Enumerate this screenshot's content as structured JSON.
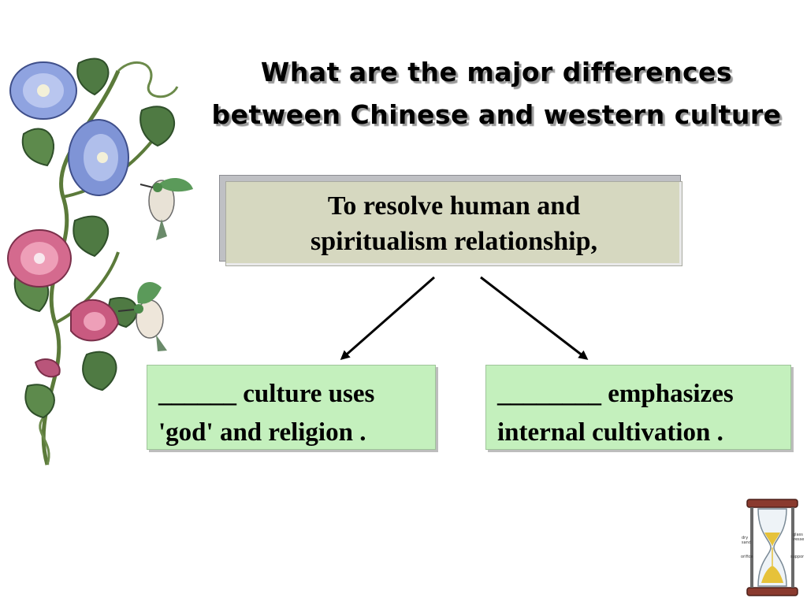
{
  "slide": {
    "title_lines": [
      "What are the major differences",
      "between Chinese and western culture"
    ],
    "top_box": {
      "lines": [
        "To resolve human and",
        "spiritualism relationship,"
      ]
    },
    "left_box": {
      "lines": [
        "______ culture uses",
        "'god' and religion ."
      ]
    },
    "right_box": {
      "lines": [
        "________ emphasizes",
        "internal cultivation ."
      ]
    },
    "hourglass_labels": {
      "dry_sand_1": "dry",
      "dry_sand_2": "sand",
      "glass_vessel_1": "glass",
      "glass_vessel_2": "vessel",
      "orifice": "orifice",
      "support": "support"
    }
  },
  "colors": {
    "top_box_fill": "#d6d8c0",
    "green_box_fill": "#c4f0bd",
    "flower_blue": "#7f94d6",
    "flower_pink": "#d46a8e",
    "leaf_green": "#4f7a43"
  }
}
